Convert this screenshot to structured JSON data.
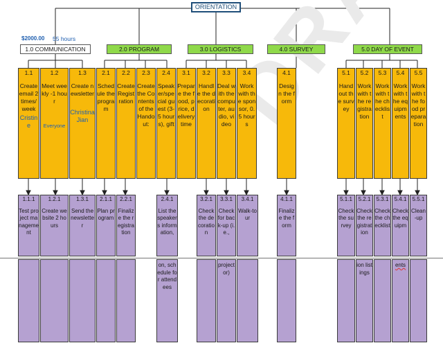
{
  "root": {
    "label": "ORIENTATION"
  },
  "notes": {
    "budget": "$2000.00",
    "hours": "55 hours"
  },
  "categories": [
    {
      "label": "1.0 COMMUNICATION"
    },
    {
      "label": "2.0 PROGRAM"
    },
    {
      "label": "3.0 LOGISTICS"
    },
    {
      "label": "4.0 SURVEY"
    },
    {
      "label": "5.0 DAY OF EVENT"
    }
  ],
  "tasks": [
    {
      "num": "1.1",
      "text": "Create email 2 times/ week",
      "who": "Cristine"
    },
    {
      "num": "1.2",
      "text": "Meet weekly -1 hour",
      "who": "Everyone"
    },
    {
      "num": "1.3",
      "text": "Create newsletter",
      "who": "Christina Jian"
    },
    {
      "num": "2.1",
      "text": "Schedule the program",
      "who": ""
    },
    {
      "num": "2.2",
      "text": "Create Registration",
      "who": ""
    },
    {
      "num": "2.3",
      "text": "Create the Contents of the Handout:",
      "who": ""
    },
    {
      "num": "2.4",
      "text": "Speaker/special guest (3-5 hours), gift",
      "who": ""
    },
    {
      "num": "3.1",
      "text": "Prepare the food, price, delivery time",
      "who": ""
    },
    {
      "num": "3.2",
      "text": "Handle the decoration",
      "who": ""
    },
    {
      "num": "3.3",
      "text": "Deal with the computer, audio, video",
      "who": ""
    },
    {
      "num": "3.4",
      "text": "Work with the sponsor, 0.5 hours",
      "who": ""
    },
    {
      "num": "4.1",
      "text": "Design the form",
      "who": ""
    },
    {
      "num": "5.1",
      "text": "Handout the survey",
      "who": ""
    },
    {
      "num": "5.2",
      "text": "Work with the registration",
      "who": ""
    },
    {
      "num": "5.3",
      "text": "Work with the checklist",
      "who": ""
    },
    {
      "num": "5.4",
      "text": "Work with the equipments",
      "who": ""
    },
    {
      "num": "5.5",
      "text": "Work with the food preparation",
      "who": ""
    }
  ],
  "subtasks": [
    {
      "num": "1.1.1",
      "text": "Test project management",
      "cont": ""
    },
    {
      "num": "1.2.1",
      "text": "Create website 2 hours",
      "cont": ""
    },
    {
      "num": "1.3.1",
      "text": "Send the newsletter",
      "cont": ""
    },
    {
      "num": "2.1.1",
      "text": "Plan program",
      "cont": ""
    },
    {
      "num": "2.2.1",
      "text": "Finalize the registration",
      "cont": ""
    },
    {
      "num": "2.4.1",
      "text": "List the speakers information,",
      "cont": "on, schedule for attendees"
    },
    {
      "num": "3.2.1",
      "text": "Check the decoration",
      "cont": ""
    },
    {
      "num": "3.3.1",
      "text": "Check for back-up (i.e.,",
      "cont": "projector)"
    },
    {
      "num": "3.4.1",
      "text": "Walk-tour",
      "cont": ""
    },
    {
      "num": "4.1.1",
      "text": "Finalize the form",
      "cont": ""
    },
    {
      "num": "5.1.1",
      "text": "Check the survey",
      "cont": ""
    },
    {
      "num": "5.2.1",
      "text": "Check the registration",
      "cont": "ion listings"
    },
    {
      "num": "5.3.1",
      "text": "Check the checklist",
      "cont": ""
    },
    {
      "num": "5.4.1",
      "text": "Check the equipm",
      "cont": "ents"
    },
    {
      "num": "5.5.1",
      "text": "Clean-up",
      "cont": ""
    }
  ],
  "colors": {
    "category_fill": "#8fd94a",
    "task_fill": "#f7b90a",
    "subtask_fill": "#b5a1d1",
    "note_text": "#1f5fb0",
    "root_border": "#1f4e79"
  },
  "watermark": "DRAFT"
}
